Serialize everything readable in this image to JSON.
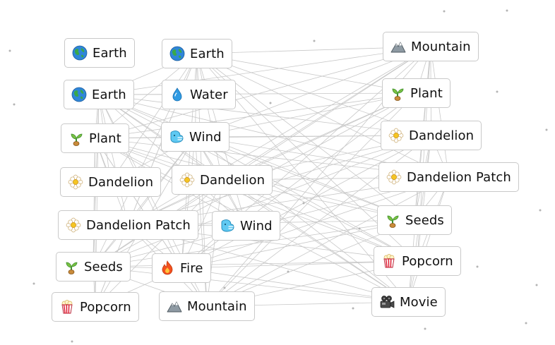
{
  "canvas_items": [
    {
      "id": "i1",
      "label": "Earth",
      "icon": "earth-icon"
    },
    {
      "id": "i2",
      "label": "Earth",
      "icon": "earth-icon"
    },
    {
      "id": "i3",
      "label": "Earth",
      "icon": "earth-icon"
    },
    {
      "id": "i4",
      "label": "Water",
      "icon": "water-drop-icon"
    },
    {
      "id": "i5",
      "label": "Plant",
      "icon": "seedling-icon"
    },
    {
      "id": "i6",
      "label": "Wind",
      "icon": "wind-icon"
    },
    {
      "id": "i7",
      "label": "Dandelion",
      "icon": "blossom-icon"
    },
    {
      "id": "i8",
      "label": "Dandelion",
      "icon": "blossom-icon"
    },
    {
      "id": "i9",
      "label": "Dandelion Patch",
      "icon": "blossom-icon"
    },
    {
      "id": "i10",
      "label": "Wind",
      "icon": "wind-icon"
    },
    {
      "id": "i11",
      "label": "Seeds",
      "icon": "seedling-icon"
    },
    {
      "id": "i12",
      "label": "Fire",
      "icon": "fire-icon"
    },
    {
      "id": "i13",
      "label": "Popcorn",
      "icon": "popcorn-icon"
    },
    {
      "id": "i14",
      "label": "Mountain",
      "icon": "mountain-icon"
    },
    {
      "id": "i15",
      "label": "Mountain",
      "icon": "mountain-icon"
    },
    {
      "id": "i16",
      "label": "Plant",
      "icon": "seedling-icon"
    },
    {
      "id": "i17",
      "label": "Dandelion",
      "icon": "blossom-icon"
    },
    {
      "id": "i18",
      "label": "Dandelion Patch",
      "icon": "blossom-icon"
    },
    {
      "id": "i19",
      "label": "Seeds",
      "icon": "seedling-icon"
    },
    {
      "id": "i20",
      "label": "Popcorn",
      "icon": "popcorn-icon"
    },
    {
      "id": "i21",
      "label": "Movie",
      "icon": "movie-camera-icon"
    }
  ]
}
